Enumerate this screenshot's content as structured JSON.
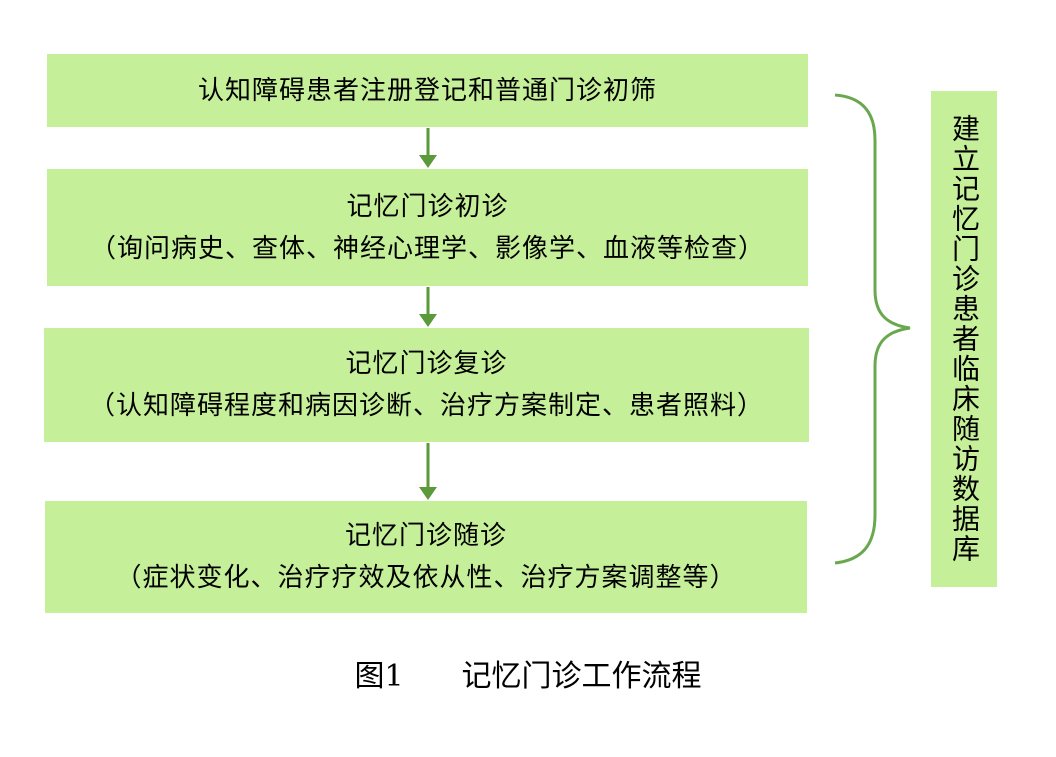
{
  "steps": [
    {
      "line1": "认知障碍患者注册登记和普通门诊初筛",
      "line2": ""
    },
    {
      "line1": "记忆门诊初诊",
      "line2": "（询问病史、查体、神经心理学、影像学、血液等检查）"
    },
    {
      "line1": "记忆门诊复诊",
      "line2": "（认知障碍程度和病因诊断、治疗方案制定、患者照料）"
    },
    {
      "line1": "记忆门诊随诊",
      "line2": "（症状变化、治疗疗效及依从性、治疗方案调整等）"
    }
  ],
  "side_label": "建立记忆门诊患者临床随访数据库",
  "caption": {
    "number": "图1",
    "title": "记忆门诊工作流程"
  },
  "colors": {
    "box_fill": "#c5ef98",
    "arrow": "#5a9a3a",
    "brace": "#6aa84f"
  }
}
